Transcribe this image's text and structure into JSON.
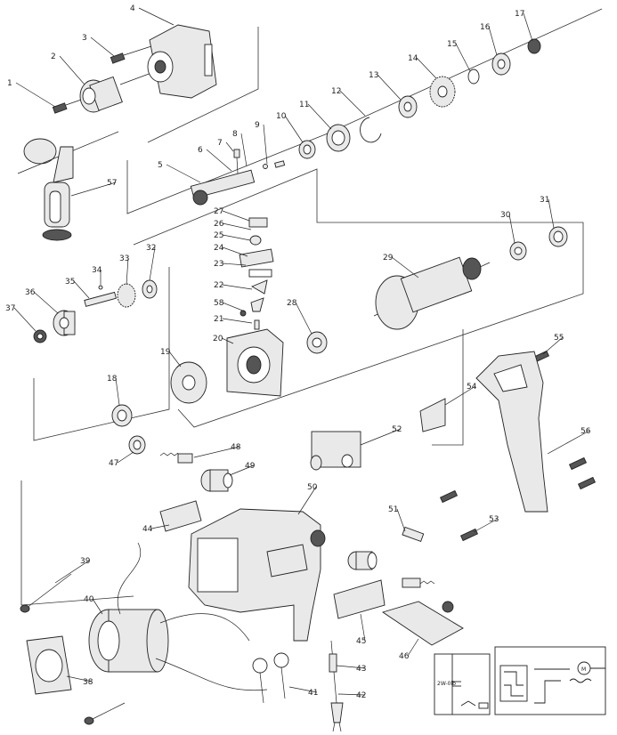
{
  "diagram": {
    "parts": [
      {
        "id": "1",
        "label": "1"
      },
      {
        "id": "2",
        "label": "2"
      },
      {
        "id": "3",
        "label": "3"
      },
      {
        "id": "4",
        "label": "4"
      },
      {
        "id": "5",
        "label": "5"
      },
      {
        "id": "6",
        "label": "6"
      },
      {
        "id": "7",
        "label": "7"
      },
      {
        "id": "8",
        "label": "8"
      },
      {
        "id": "9",
        "label": "9"
      },
      {
        "id": "10",
        "label": "10"
      },
      {
        "id": "11",
        "label": "11"
      },
      {
        "id": "12",
        "label": "12"
      },
      {
        "id": "13",
        "label": "13"
      },
      {
        "id": "14",
        "label": "14"
      },
      {
        "id": "15",
        "label": "15"
      },
      {
        "id": "16",
        "label": "16"
      },
      {
        "id": "17",
        "label": "17"
      },
      {
        "id": "18",
        "label": "18"
      },
      {
        "id": "19",
        "label": "19"
      },
      {
        "id": "20",
        "label": "20"
      },
      {
        "id": "21",
        "label": "21"
      },
      {
        "id": "22",
        "label": "22"
      },
      {
        "id": "23",
        "label": "23"
      },
      {
        "id": "24",
        "label": "24"
      },
      {
        "id": "25",
        "label": "25"
      },
      {
        "id": "26",
        "label": "26"
      },
      {
        "id": "27",
        "label": "27"
      },
      {
        "id": "28",
        "label": "28"
      },
      {
        "id": "29",
        "label": "29"
      },
      {
        "id": "30",
        "label": "30"
      },
      {
        "id": "31",
        "label": "31"
      },
      {
        "id": "32",
        "label": "32"
      },
      {
        "id": "33",
        "label": "33"
      },
      {
        "id": "34",
        "label": "34"
      },
      {
        "id": "35",
        "label": "35"
      },
      {
        "id": "36",
        "label": "36"
      },
      {
        "id": "37",
        "label": "37"
      },
      {
        "id": "38",
        "label": "38"
      },
      {
        "id": "39",
        "label": "39"
      },
      {
        "id": "40",
        "label": "40"
      },
      {
        "id": "41",
        "label": "41"
      },
      {
        "id": "42",
        "label": "42"
      },
      {
        "id": "43",
        "label": "43"
      },
      {
        "id": "44",
        "label": "44"
      },
      {
        "id": "45",
        "label": "45"
      },
      {
        "id": "46",
        "label": "46"
      },
      {
        "id": "47",
        "label": "47"
      },
      {
        "id": "48",
        "label": "48"
      },
      {
        "id": "49",
        "label": "49"
      },
      {
        "id": "50",
        "label": "50"
      },
      {
        "id": "51",
        "label": "51"
      },
      {
        "id": "52",
        "label": "52"
      },
      {
        "id": "53",
        "label": "53"
      },
      {
        "id": "54",
        "label": "54"
      },
      {
        "id": "55",
        "label": "55"
      },
      {
        "id": "56",
        "label": "56"
      },
      {
        "id": "57",
        "label": "57"
      },
      {
        "id": "58",
        "label": "58"
      }
    ],
    "schematic": {
      "capacitor_label": "2W-0lb",
      "motor_symbol": "M"
    }
  }
}
